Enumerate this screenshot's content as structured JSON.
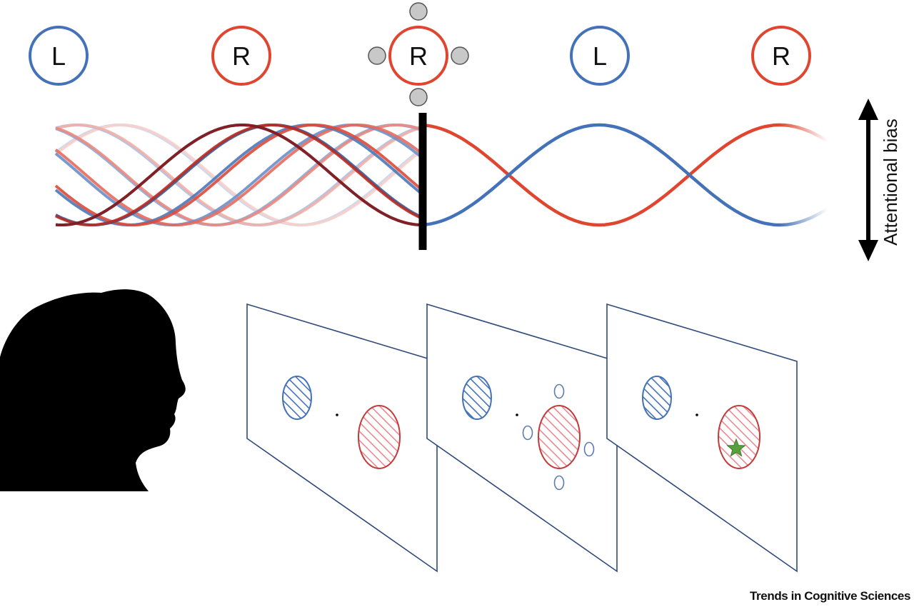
{
  "colors": {
    "left": "#4472b8",
    "right": "#e0452f",
    "left_dark": "#1f4f8a",
    "right_dark": "#8b1a1a",
    "cue": "#c8c8c8",
    "screen_border": "#2f4a7c",
    "target_star": "#5aa040"
  },
  "sequence": {
    "items": [
      {
        "label": "L",
        "side": "left",
        "cued": false
      },
      {
        "label": "R",
        "side": "right",
        "cued": false
      },
      {
        "label": "R",
        "side": "right",
        "cued": true
      },
      {
        "label": "L",
        "side": "left",
        "cued": false
      },
      {
        "label": "R",
        "side": "right",
        "cued": false
      }
    ]
  },
  "axis": {
    "label": "Attentional bias"
  },
  "screens": [
    {
      "name": "screen-1",
      "cue_dots": false,
      "target": false
    },
    {
      "name": "screen-2",
      "cue_dots": true,
      "target": false
    },
    {
      "name": "screen-3",
      "cue_dots": false,
      "target": true
    }
  ],
  "credit": "Trends in Cognitive Sciences"
}
